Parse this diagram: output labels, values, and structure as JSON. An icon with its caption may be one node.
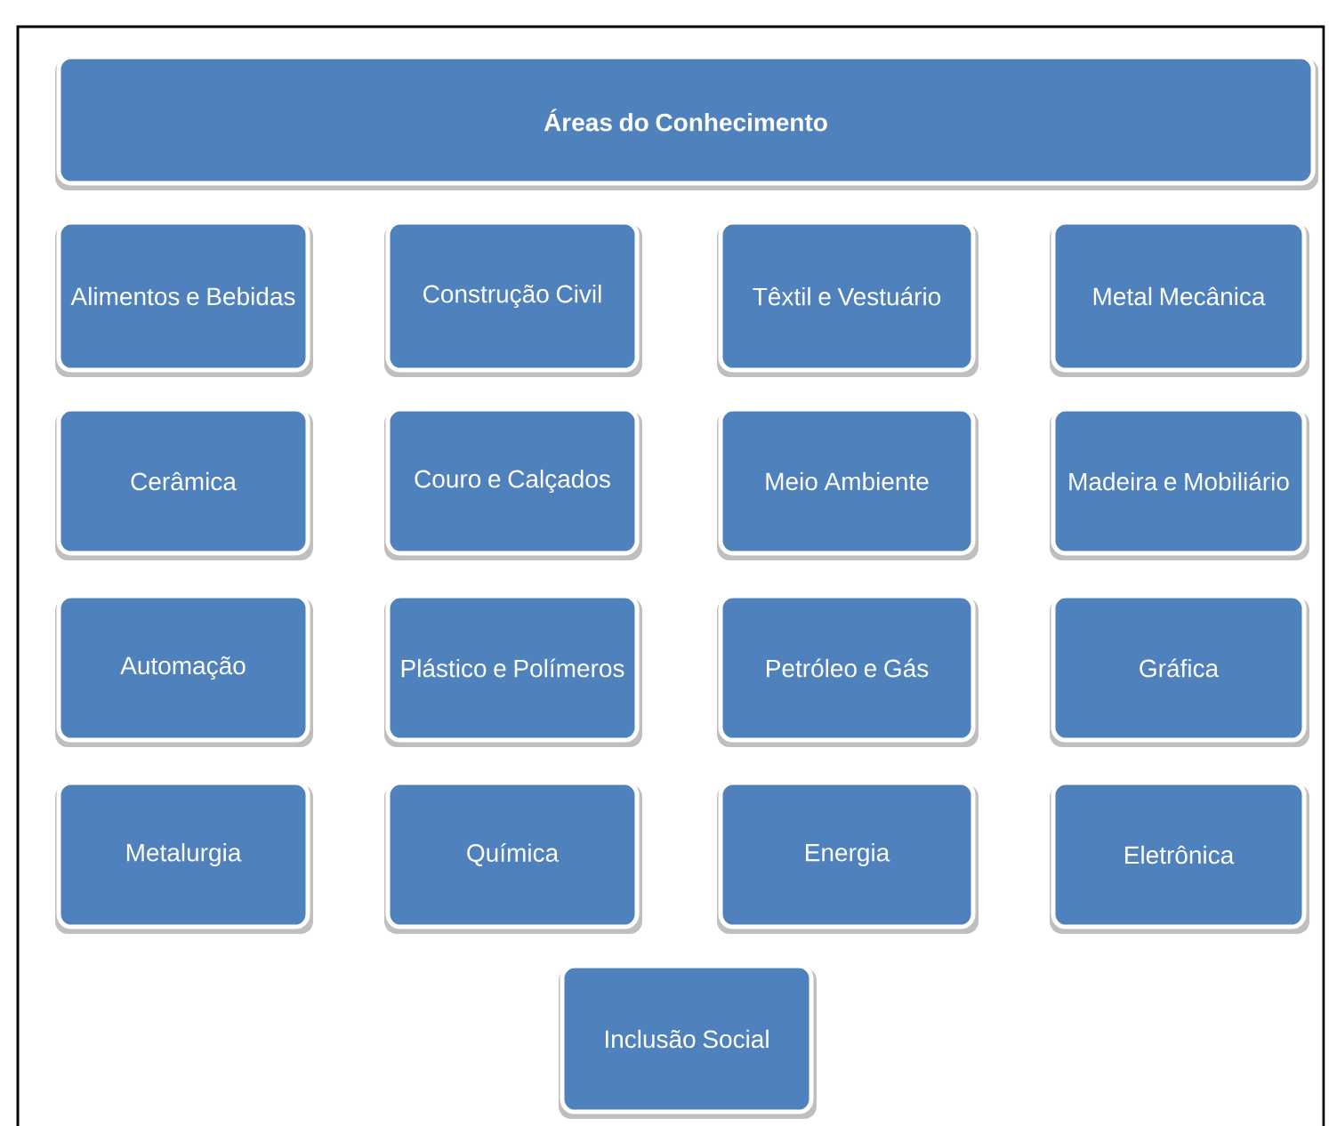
{
  "diagram": {
    "nodes": [
      {
        "text": [
          "**Áreas do Conhecimento**"
        ]
      },
      {
        "text": [
          "Alimentos e Bebidas"
        ]
      },
      {
        "text": [
          "Construção Civil"
        ]
      },
      {
        "text": [
          "Têxtil e Vestuário"
        ]
      },
      {
        "text": [
          "Metal Mecânica"
        ]
      },
      {
        "text": [
          "Cerâmica"
        ]
      },
      {
        "text": [
          "Couro e Calçados"
        ]
      },
      {
        "text": [
          "Meio Ambiente"
        ]
      },
      {
        "text": [
          "Madeira e Mobiliário"
        ]
      },
      {
        "text": [
          "Automação"
        ]
      },
      {
        "text": [
          "Plástico e Polímeros"
        ]
      },
      {
        "text": [
          "Petróleo e Gás"
        ]
      },
      {
        "text": [
          "Gráfica"
        ]
      },
      {
        "text": [
          "Metalurgia"
        ]
      },
      {
        "text": [
          "Química"
        ]
      },
      {
        "text": [
          "Energia"
        ]
      },
      {
        "text": [
          "Eletrônica"
        ]
      },
      {
        "text": [
          "Inclusão Social"
        ]
      }
    ]
  }
}
